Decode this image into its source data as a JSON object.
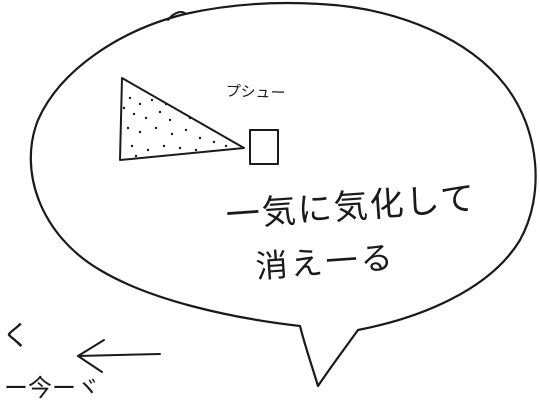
{
  "sketch": {
    "label_top": "プシュー",
    "line1": "一気に気化して",
    "line2": "消え一る",
    "fragment_left": "く",
    "fragment_bottom": "ー今ーヾ"
  },
  "colors": {
    "ink": "#1a1a1a",
    "paper": "#ffffff"
  }
}
